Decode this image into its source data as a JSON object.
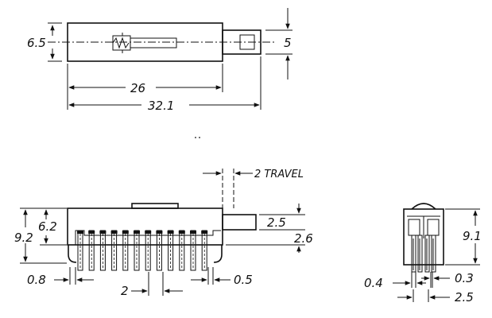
{
  "top_view": {
    "height": "6.5",
    "knob_height": "5",
    "body_length": "26",
    "overall_length": "32.1"
  },
  "side_view": {
    "travel": "2 TRAVEL",
    "height_total": "9.2",
    "height_body": "6.2",
    "knob_h": "2.5",
    "knob_offset": "2.6",
    "pin_margin": "0.8",
    "pin_pitch": "2",
    "pin_width": "0.5"
  },
  "end_view": {
    "height": "9.1",
    "pin_thk": "0.4",
    "pin_w": "0.3",
    "row_pitch": "2.5"
  }
}
